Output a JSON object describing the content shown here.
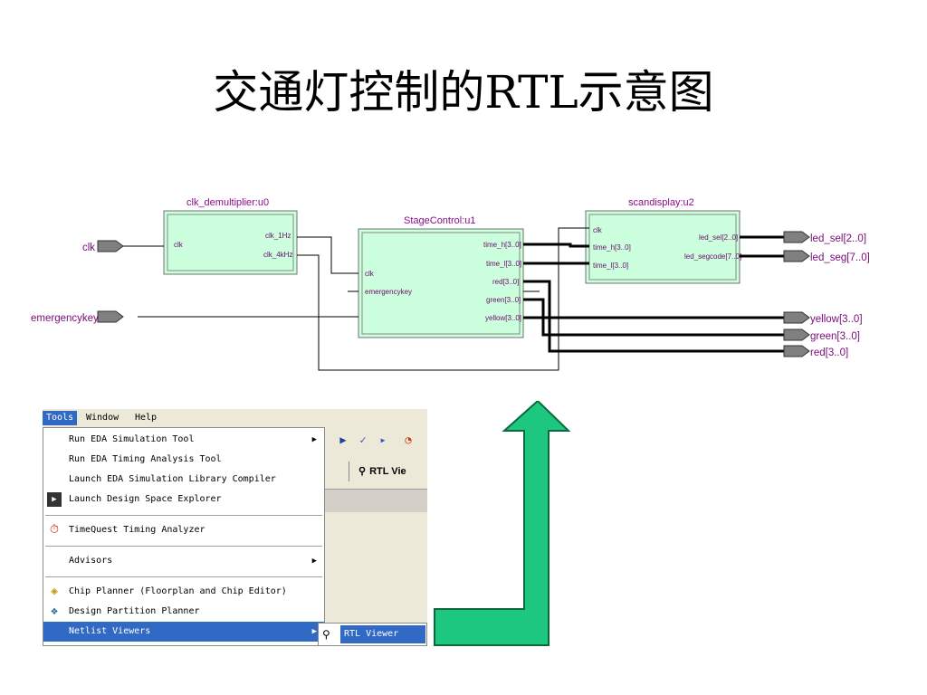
{
  "title": "交通灯控制的RTL示意图",
  "schematic": {
    "blocks": {
      "u0": {
        "title": "clk_demultiplier:u0",
        "inputs": [
          "clk"
        ],
        "outputs": [
          "clk_1Hz",
          "clk_4kHz"
        ]
      },
      "u1": {
        "title": "StageControl:u1",
        "inputs": [
          "clk",
          "emergencykey"
        ],
        "outputs": [
          "time_h[3..0]",
          "time_l[3..0]",
          "red[3..0]",
          "green[3..0]",
          "yellow[3..0]"
        ]
      },
      "u2": {
        "title": "scandisplay:u2",
        "inputs": [
          "clk",
          "time_h[3..0]",
          "time_l[3..0]"
        ],
        "outputs": [
          "led_sel[2..0]",
          "led_segcode[7..0]"
        ]
      }
    },
    "inputs": [
      "clk",
      "emergencykey"
    ],
    "outputs": [
      "led_sel[2..0]",
      "led_seg[7..0]",
      "yellow[3..0]",
      "green[3..0]",
      "red[3..0]"
    ]
  },
  "app": {
    "menubar": [
      "Tools",
      "Window",
      "Help"
    ],
    "menu_items": [
      "Run EDA Simulation Tool",
      "Run EDA Timing Analysis Tool",
      "Launch EDA Simulation Library Compiler",
      "Launch Design Space Explorer",
      "TimeQuest Timing Analyzer",
      "Advisors",
      "Chip Planner (Floorplan and Chip Editor)",
      "Design Partition Planner",
      "Netlist Viewers"
    ],
    "submenu_item": "RTL Viewer",
    "toolbar_tab": "RTL Vie"
  },
  "colors": {
    "block_fill": "#ccffdd",
    "label_purple": "#8b0a8b",
    "arrow_green": "#1ec77f",
    "menu_highlight": "#316ac5"
  }
}
